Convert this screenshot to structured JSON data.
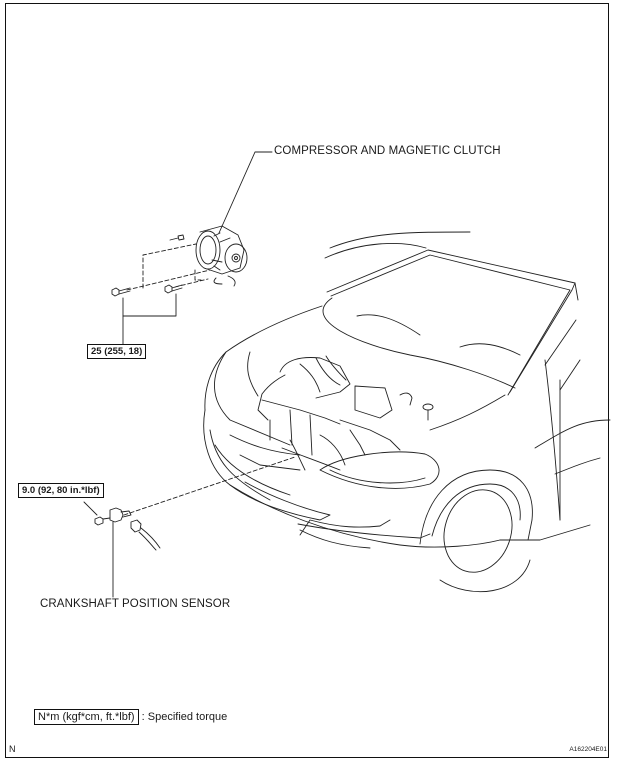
{
  "diagram": {
    "labels": {
      "compressor": "COMPRESSOR AND MAGNETIC CLUTCH",
      "crank_sensor": "CRANKSHAFT POSITION SENSOR"
    },
    "torque_specs": {
      "compressor_bolts": "25 (255, 18)",
      "crank_sensor_bolt": "9.0 (92, 80 in.*lbf)"
    },
    "legend": {
      "unit_box": "N*m (kgf*cm, ft.*lbf)",
      "description": ": Specified torque"
    },
    "footer": {
      "left_mark": "N",
      "figure_code": "A162204E01"
    }
  }
}
